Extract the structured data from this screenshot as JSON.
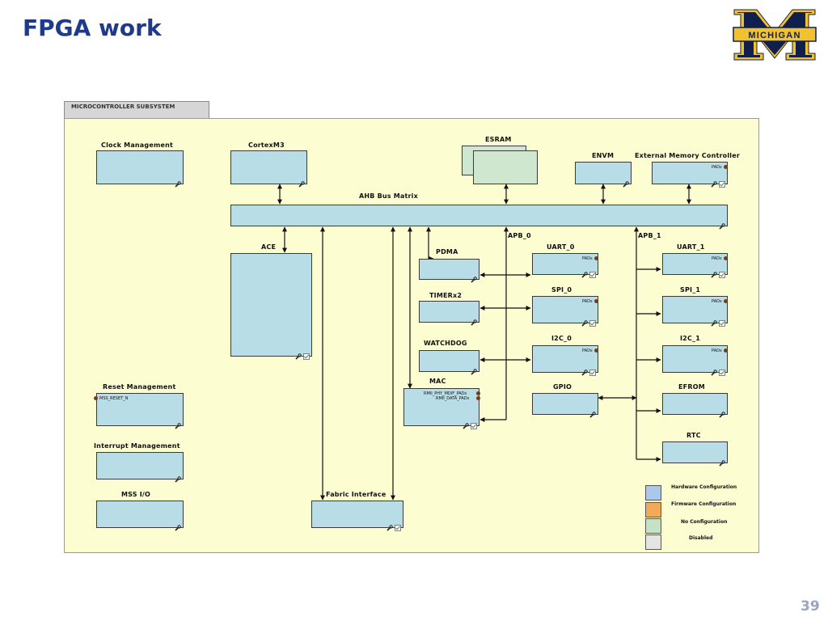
{
  "slide": {
    "title": "FPGA work",
    "page_number": "39",
    "logo_text": "MICHIGAN"
  },
  "diagram": {
    "tab_label": "MICROCONTROLLER SUBSYSTEM",
    "blocks": {
      "clock": "Clock Management",
      "cortex": "CortexM3",
      "esram": "ESRAM",
      "envm": "ENVM",
      "emc": "External Memory Controller",
      "ahb": "AHB Bus Matrix",
      "ace": "ACE",
      "pdma": "PDMA",
      "timer": "TIMERx2",
      "watchdog": "WATCHDOG",
      "mac": "MAC",
      "apb0": "APB_0",
      "apb1": "APB_1",
      "uart0": "UART_0",
      "uart1": "UART_1",
      "spi0": "SPI_0",
      "spi1": "SPI_1",
      "i2c0": "I2C_0",
      "i2c1": "I2C_1",
      "gpio": "GPIO",
      "efrom": "EFROM",
      "rtc": "RTC",
      "reset": "Reset Management",
      "interrupt": "Interrupt Management",
      "mssio": "MSS I/O",
      "fabric": "Fabric Interface"
    },
    "pin_labels": {
      "pads": "PADs",
      "mss_reset": "MSS_RESET_N",
      "mac_pads_1": "RMII_PHY_MDIF_PADs",
      "mac_pads_2": "RMII_DATA_PADs"
    },
    "legend": [
      {
        "label": "Hardware Configuration",
        "color": "#a9c8ec"
      },
      {
        "label": "Firmware Configuration",
        "color": "#f0aa5a"
      },
      {
        "label": "No Configuration",
        "color": "#c6e2c6"
      },
      {
        "label": "Disabled",
        "color": "#e4e4e4"
      }
    ]
  }
}
